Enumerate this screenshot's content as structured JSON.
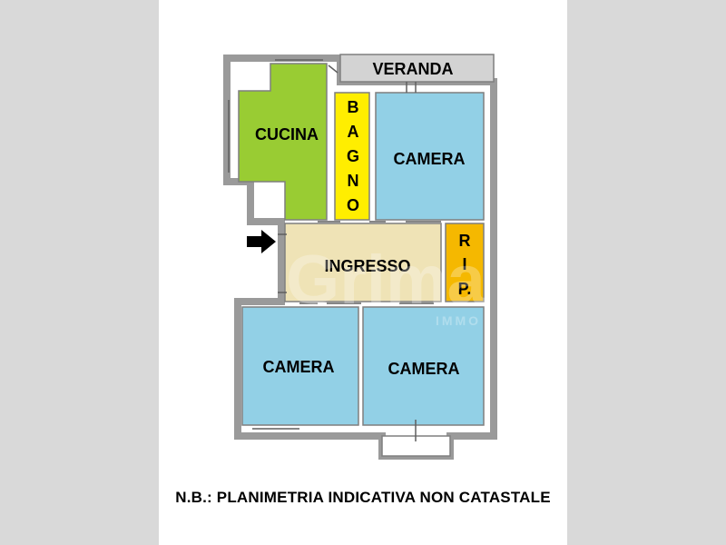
{
  "rooms": {
    "veranda": "VERANDA",
    "cucina": "CUCINA",
    "bagno": [
      "B",
      "A",
      "G",
      "N",
      "O"
    ],
    "camera_top": "CAMERA",
    "ingresso": "INGRESSO",
    "ripostiglio": [
      "R",
      "I",
      "P."
    ],
    "camera_bottom_left": "CAMERA",
    "camera_bottom_right": "CAMERA"
  },
  "watermark": {
    "brand": "Grima",
    "sub": "IMMO"
  },
  "note": "N.B.: PLANIMETRIA INDICATIVA NON CATASTALE",
  "colors": {
    "cucina": "#99cc33",
    "bagno": "#ffee00",
    "camera": "#92d0e6",
    "ingresso": "#efe3b6",
    "ripostiglio": "#f5b800",
    "veranda": "#d3d3d3",
    "wall": "#7f7f7f"
  }
}
